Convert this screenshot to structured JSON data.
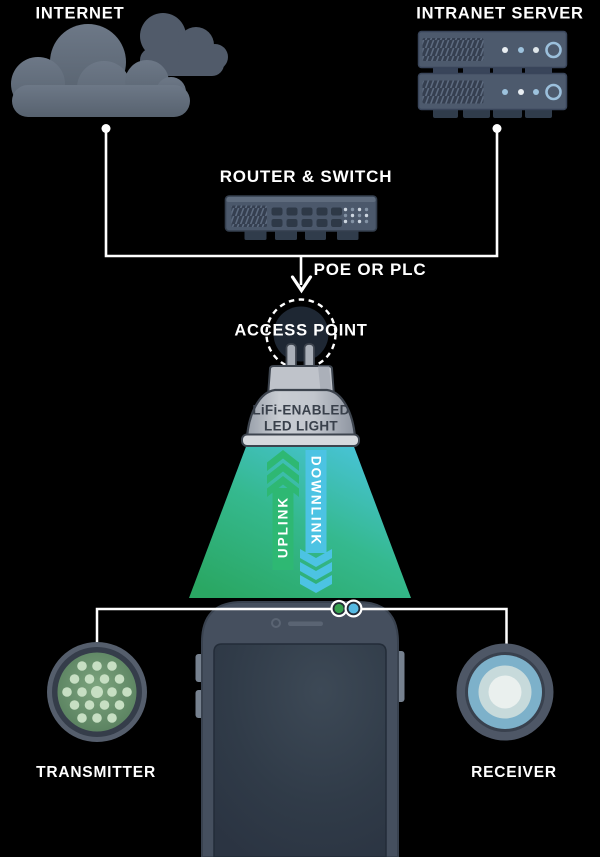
{
  "title": "LiFi network architecture diagram",
  "nodes": {
    "internet": {
      "label": "INTERNET",
      "icon": "cloud-icon"
    },
    "intranet_server": {
      "label": "INTRANET SERVER",
      "icon": "server-rack-icon"
    },
    "router_switch": {
      "label": "ROUTER & SWITCH",
      "icon": "network-switch-icon"
    },
    "poe_or_plc": {
      "label": "POE OR PLC"
    },
    "access_point": {
      "label": "ACCESS POINT",
      "icon": "power-plug-icon"
    },
    "led_light": {
      "label_line1": "LiFi-ENABLED",
      "label_line2": "LED LIGHT",
      "icon": "led-lamp-icon"
    },
    "uplink": {
      "label": "UPLINK",
      "color": "#2eb873",
      "direction": "up"
    },
    "downlink": {
      "label": "DOWNLINK",
      "color": "#4cc3e3",
      "direction": "down"
    },
    "phone": {
      "icon": "smartphone-icon"
    },
    "transmitter": {
      "label": "TRANSMITTER",
      "icon": "led-array-icon"
    },
    "receiver": {
      "label": "RECEIVER",
      "icon": "photodiode-icon"
    }
  },
  "connections": [
    {
      "from": "internet",
      "to": "router_switch"
    },
    {
      "from": "intranet_server",
      "to": "router_switch"
    },
    {
      "from": "router_switch",
      "to": "access_point",
      "via": "POE OR PLC"
    },
    {
      "from": "phone",
      "to": "transmitter"
    },
    {
      "from": "phone",
      "to": "receiver"
    }
  ],
  "colors": {
    "background": "#000000",
    "connector_line": "#ffffff",
    "cone_top_cyan": "#4ac4de",
    "cone_bottom_green": "#2fae6d",
    "uplink_green": "#2eb873",
    "downlink_cyan": "#4cc3e3",
    "cloud_front": "#5e6977",
    "cloud_back": "#515b6a",
    "device_body": "#4d5a6d",
    "phone_body": "#454f5e",
    "lamp_gray": "#c6cad0",
    "access_point_dark": "#1e2733",
    "transmitter_green": "#6f9b73",
    "receiver_blue": "#7db1ca",
    "server_led_blue": "#9dc2dd"
  }
}
